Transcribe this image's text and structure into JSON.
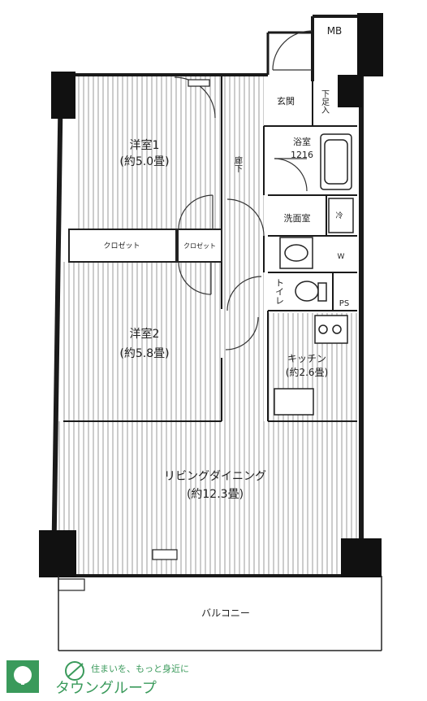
{
  "rooms": {
    "bedroom1": {
      "name": "洋室1",
      "size": "(約5.0畳)"
    },
    "bedroom2": {
      "name": "洋室2",
      "size": "(約5.8畳)"
    },
    "ldk": {
      "name": "リビングダイニング",
      "size": "(約12.3畳)"
    },
    "kitchen": {
      "name": "キッチン",
      "size": "(約2.6畳)"
    },
    "bath": {
      "name": "浴室",
      "size": "1216"
    },
    "washroom": "洗面室",
    "toilet": "トイレ",
    "entrance": "玄関",
    "shoebox": "下足入",
    "hallway": "廊下",
    "closet1": "クロゼット",
    "closet2": "クロゼット",
    "mb": "MB",
    "ps": "PS",
    "wm": "W",
    "balcony": "バルコニー",
    "ref": "冷"
  },
  "brand": {
    "tagline": "住まいを、もっと身近に",
    "name": "タウングループ",
    "accent": "#2e8b57",
    "logo_color": "#3a9a5b"
  }
}
